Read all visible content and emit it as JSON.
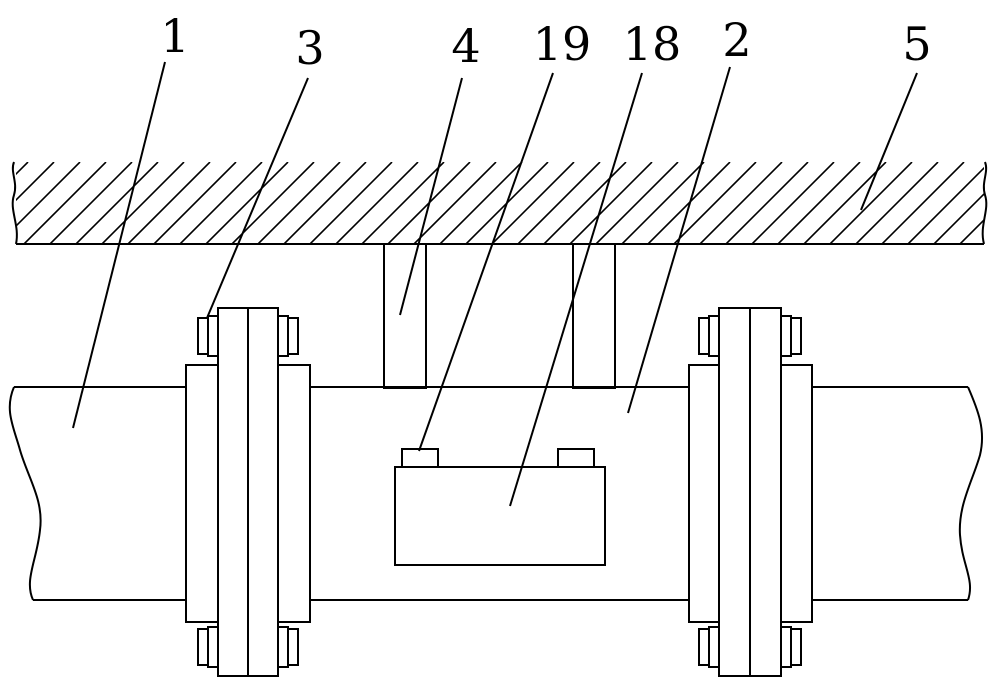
{
  "labels": {
    "pipe_left": "1",
    "pipe_middle": "2",
    "bolt": "3",
    "support": "4",
    "ceiling": "5",
    "box": "18",
    "button": "19"
  }
}
